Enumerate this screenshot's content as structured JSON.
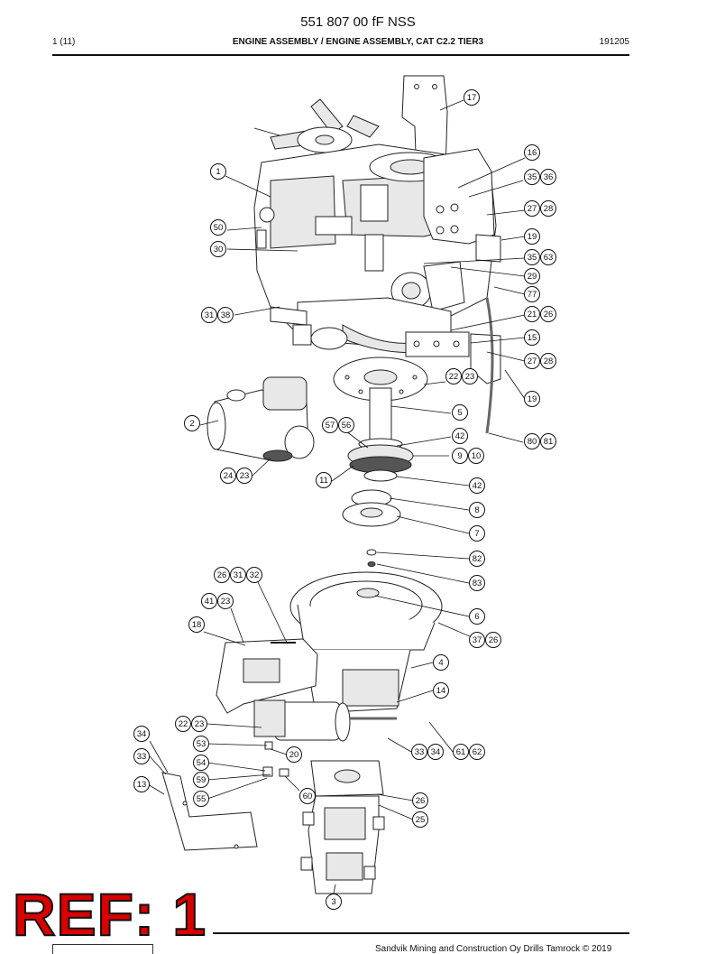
{
  "header": {
    "doc_number": "551 807 00 fF NSS",
    "page": "1 (11)",
    "title": "ENGINE ASSEMBLY / ENGINE ASSEMBLY, CAT C2.2 TIER3",
    "code": "191205"
  },
  "footer": {
    "copyright": "Sandvik Mining and Construction Oy Drills Tamrock © 2019"
  },
  "stamp": {
    "text": "REF: 1",
    "color": "#d90000"
  },
  "callouts": [
    {
      "id": "c17",
      "labels": [
        "17"
      ]
    },
    {
      "id": "c16",
      "labels": [
        "16"
      ]
    },
    {
      "id": "c1",
      "labels": [
        "1"
      ]
    },
    {
      "id": "c3536",
      "labels": [
        "35",
        "36"
      ]
    },
    {
      "id": "c2728a",
      "labels": [
        "27",
        "28"
      ]
    },
    {
      "id": "c50",
      "labels": [
        "50"
      ]
    },
    {
      "id": "c19a",
      "labels": [
        "19"
      ]
    },
    {
      "id": "c30",
      "labels": [
        "30"
      ]
    },
    {
      "id": "c3563",
      "labels": [
        "35",
        "63"
      ]
    },
    {
      "id": "c29",
      "labels": [
        "29"
      ]
    },
    {
      "id": "c77",
      "labels": [
        "77"
      ]
    },
    {
      "id": "c3138",
      "labels": [
        "31",
        "38"
      ]
    },
    {
      "id": "c2126",
      "labels": [
        "21",
        "26"
      ]
    },
    {
      "id": "c15",
      "labels": [
        "15"
      ]
    },
    {
      "id": "c2728b",
      "labels": [
        "27",
        "28"
      ]
    },
    {
      "id": "c2223a",
      "labels": [
        "22",
        "23"
      ]
    },
    {
      "id": "c19b",
      "labels": [
        "19"
      ]
    },
    {
      "id": "c5",
      "labels": [
        "5"
      ]
    },
    {
      "id": "c2",
      "labels": [
        "2"
      ]
    },
    {
      "id": "c5756",
      "labels": [
        "57",
        "56"
      ]
    },
    {
      "id": "c42a",
      "labels": [
        "42"
      ]
    },
    {
      "id": "c8081",
      "labels": [
        "80",
        "81"
      ]
    },
    {
      "id": "c910",
      "labels": [
        "9",
        "10"
      ]
    },
    {
      "id": "c2423",
      "labels": [
        "24",
        "23"
      ]
    },
    {
      "id": "c11",
      "labels": [
        "11"
      ]
    },
    {
      "id": "c42b",
      "labels": [
        "42"
      ]
    },
    {
      "id": "c8",
      "labels": [
        "8"
      ]
    },
    {
      "id": "c7",
      "labels": [
        "7"
      ]
    },
    {
      "id": "c82",
      "labels": [
        "82"
      ]
    },
    {
      "id": "c263132",
      "labels": [
        "26",
        "31",
        "32"
      ]
    },
    {
      "id": "c83",
      "labels": [
        "83"
      ]
    },
    {
      "id": "c4123",
      "labels": [
        "41",
        "23"
      ]
    },
    {
      "id": "c6",
      "labels": [
        "6"
      ]
    },
    {
      "id": "c18",
      "labels": [
        "18"
      ]
    },
    {
      "id": "c3726",
      "labels": [
        "37",
        "26"
      ]
    },
    {
      "id": "c4",
      "labels": [
        "4"
      ]
    },
    {
      "id": "c14",
      "labels": [
        "14"
      ]
    },
    {
      "id": "c2223b",
      "labels": [
        "22",
        "23"
      ]
    },
    {
      "id": "c34",
      "labels": [
        "34"
      ]
    },
    {
      "id": "c53",
      "labels": [
        "53"
      ]
    },
    {
      "id": "c3334",
      "labels": [
        "33",
        "34"
      ]
    },
    {
      "id": "c6162",
      "labels": [
        "61",
        "62"
      ]
    },
    {
      "id": "c33",
      "labels": [
        "33"
      ]
    },
    {
      "id": "c20",
      "labels": [
        "20"
      ]
    },
    {
      "id": "c54",
      "labels": [
        "54"
      ]
    },
    {
      "id": "c13",
      "labels": [
        "13"
      ]
    },
    {
      "id": "c59",
      "labels": [
        "59"
      ]
    },
    {
      "id": "c60",
      "labels": [
        "60"
      ]
    },
    {
      "id": "c55",
      "labels": [
        "55"
      ]
    },
    {
      "id": "c26",
      "labels": [
        "26"
      ]
    },
    {
      "id": "c25",
      "labels": [
        "25"
      ]
    },
    {
      "id": "c3",
      "labels": [
        "3"
      ]
    }
  ]
}
